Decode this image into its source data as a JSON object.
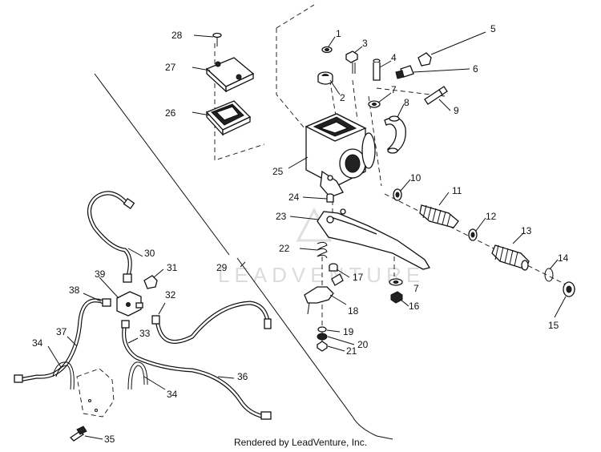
{
  "callouts": [
    "1",
    "2",
    "3",
    "4",
    "5",
    "6",
    "7",
    "8",
    "9",
    "10",
    "11",
    "12",
    "13",
    "14",
    "15",
    "16",
    "17",
    "18",
    "19",
    "20",
    "21",
    "22",
    "23",
    "24",
    "25",
    "26",
    "27",
    "28",
    "29",
    "30",
    "31",
    "32",
    "33",
    "34",
    "35",
    "36",
    "37",
    "38",
    "39"
  ],
  "watermark": "LEADVENTURE",
  "footer": "Rendered by LeadVenture, Inc."
}
